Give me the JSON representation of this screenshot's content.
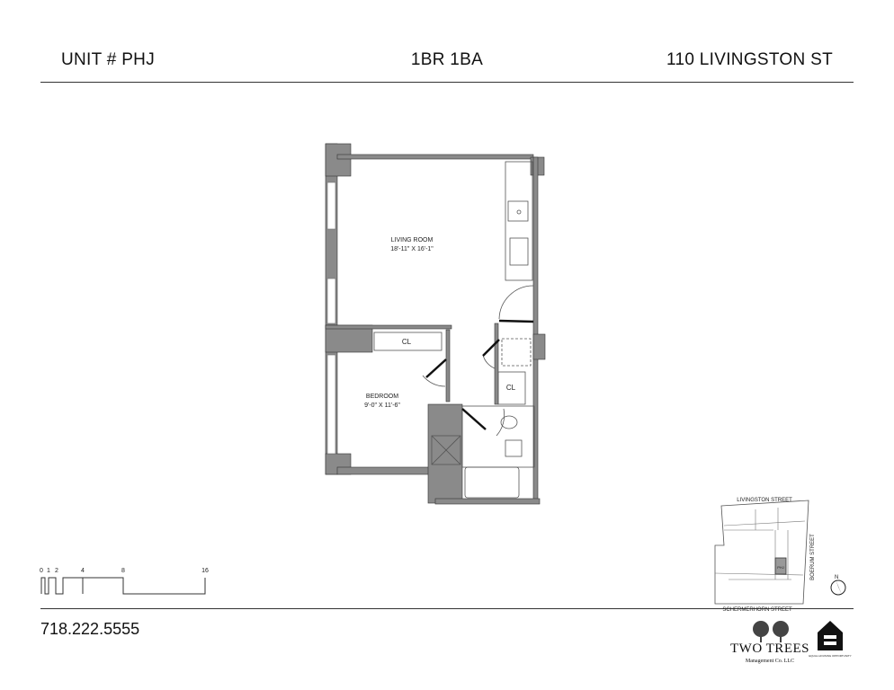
{
  "header": {
    "unit": "UNIT # PHJ",
    "type": "1BR 1BA",
    "address": "110 LIVINGSTON ST"
  },
  "plan": {
    "living_room": {
      "name": "LIVING ROOM",
      "dims": "18'-11\" X 16'-1\""
    },
    "bedroom": {
      "name": "BEDROOM",
      "dims": "9'-0\" X 11'-6\""
    },
    "closet1": "CL",
    "closet2": "CL"
  },
  "scale": {
    "ticks": [
      "0",
      "1",
      "2",
      "4",
      "8",
      "16"
    ]
  },
  "keyplan": {
    "street_top": "LIVINGSTON   STREET",
    "street_right": "BOERUM   STREET",
    "street_bottom": "SCHERMERHORN   STREET",
    "unit": "PHJ",
    "north": "N"
  },
  "footer": {
    "phone": "718.222.5555",
    "brand": "TWO TREES",
    "brand_sub": "Management Co. LLC",
    "eho": "EQUAL HOUSING OPPORTUNITY"
  },
  "colors": {
    "wall": "#8a8a8a",
    "line": "#222222"
  }
}
